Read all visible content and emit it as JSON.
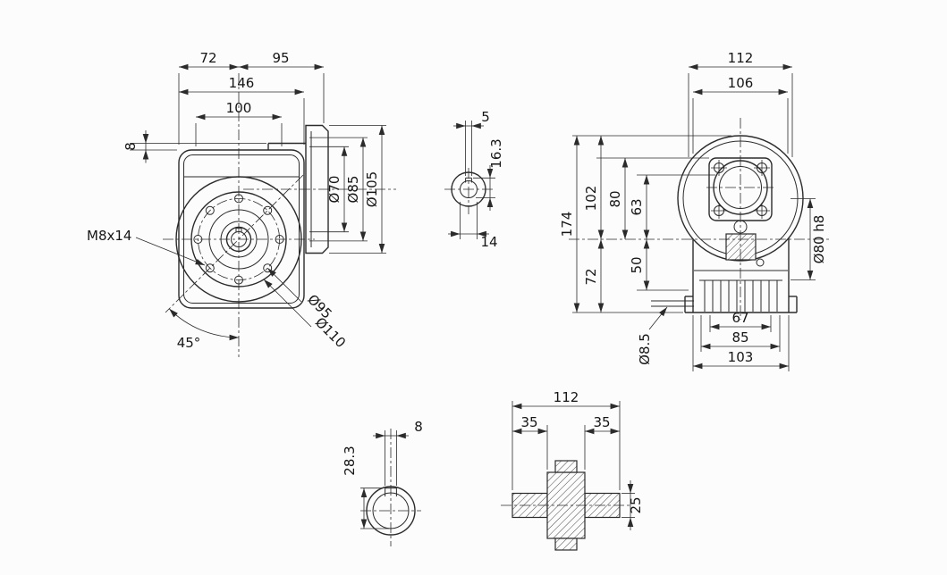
{
  "colors": {
    "line": "#2b2b2b",
    "background": "#fcfcfc",
    "text": "#161616"
  },
  "drawing": {
    "front_view": {
      "d72": "72",
      "d95": "95",
      "d146": "146",
      "d100": "100",
      "d8": "8",
      "thread": "M8x14",
      "angle": "45°",
      "dia95": "Ø95",
      "dia110": "Ø110",
      "dia70": "Ø70",
      "dia85": "Ø85",
      "dia105": "Ø105"
    },
    "input_section": {
      "d5": "5",
      "d16_3": "16.3",
      "d14": "14"
    },
    "side_view": {
      "d112": "112",
      "d106": "106",
      "d174": "174",
      "d102": "102",
      "d80": "80",
      "d63": "63",
      "d72": "72",
      "d50": "50",
      "dia8_5": "Ø8.5",
      "dia80h8": "Ø80 h8",
      "d67": "67",
      "d85": "85",
      "d103": "103"
    },
    "bore_section": {
      "d8": "8",
      "d28_3": "28.3"
    },
    "shaft_view": {
      "d112": "112",
      "d35_left": "35",
      "d35_right": "35",
      "d25": "25"
    }
  }
}
